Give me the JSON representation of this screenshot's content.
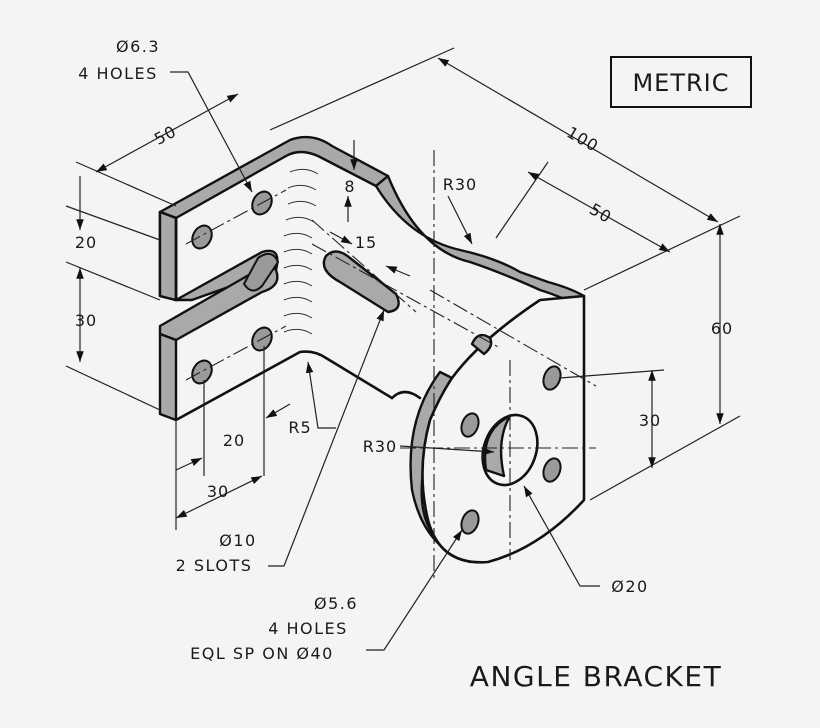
{
  "title_box": {
    "label": "METRIC"
  },
  "drawing_title": "ANGLE BRACKET",
  "callouts": {
    "holes_6_3": {
      "line1": "Ø6.3",
      "line2": "4 HOLES"
    },
    "slots": {
      "line1": "Ø10",
      "line2": "2 SLOTS"
    },
    "holes_5_6": {
      "line1": "Ø5.6",
      "line2": "4 HOLES",
      "line3": "EQL SP ON Ø40"
    },
    "bore": "Ø20",
    "radius_r30_top": "R30",
    "radius_r30_flange": "R30",
    "radius_r5": "R5"
  },
  "dimensions": {
    "d100": "100",
    "d50_top": "50",
    "d50_right": "50",
    "d8": "8",
    "d15": "15",
    "d20_left": "20",
    "d30_left": "30",
    "d60": "60",
    "d30_right": "30",
    "d20_bottom": "20",
    "d30_bottom": "30"
  }
}
